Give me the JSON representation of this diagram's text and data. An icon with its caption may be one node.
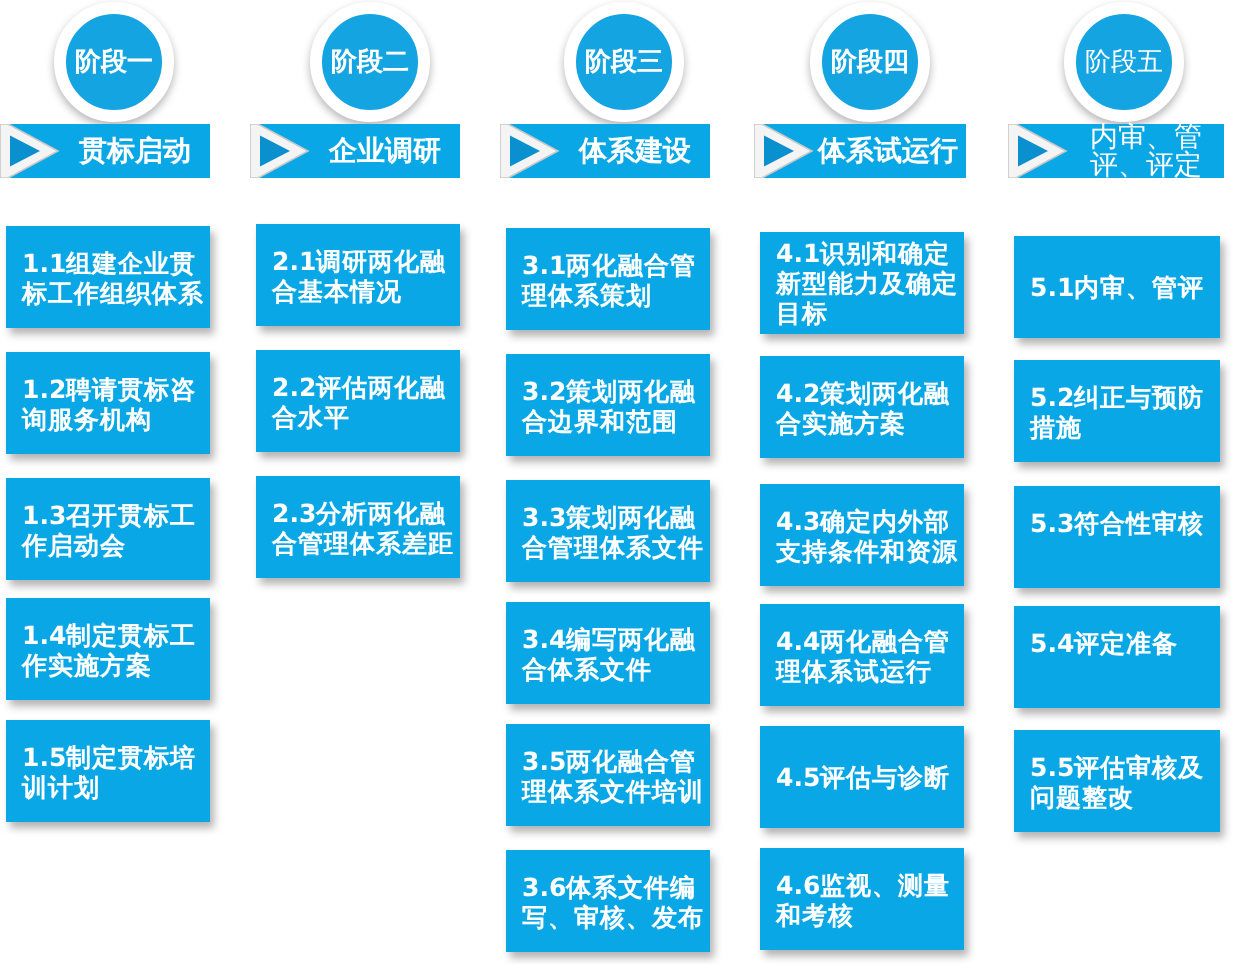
{
  "diagram": {
    "nodes": [
      {
        "text": [
          "阶段一"
        ]
      },
      {
        "text": [
          "贯标启动"
        ]
      },
      {
        "text": [
          "1.1组建企业贯标工作组织体系"
        ]
      },
      {
        "text": [
          "1.2聘请贯标咨询服务机构"
        ]
      },
      {
        "text": [
          "1.3召开贯标工作启动会"
        ]
      },
      {
        "text": [
          "1.4制定贯标工作实施方案"
        ]
      },
      {
        "text": [
          "1.5制定贯标培训计划"
        ]
      },
      {
        "text": [
          "阶段二"
        ]
      },
      {
        "text": [
          "企业调研"
        ]
      },
      {
        "text": [
          "2.1调研两化融合基本情况"
        ]
      },
      {
        "text": [
          "2.2评估两化融合水平"
        ]
      },
      {
        "text": [
          "2.3分析两化融合管理体系差距"
        ]
      },
      {
        "text": [
          "阶段三"
        ]
      },
      {
        "text": [
          "体系建设"
        ]
      },
      {
        "text": [
          "3.1两化融合管理体系策划"
        ]
      },
      {
        "text": [
          "3.2策划两化融合边界和范围"
        ]
      },
      {
        "text": [
          "3.3策划两化融合管理体系文件"
        ]
      },
      {
        "text": [
          "3.4编写两化融合体系文件"
        ]
      },
      {
        "text": [
          "3.5两化融合管理体系文件培训"
        ]
      },
      {
        "text": [
          "3.6体系文件编写、审核、发布"
        ]
      },
      {
        "text": [
          "阶段四"
        ]
      },
      {
        "text": [
          "体系试运行"
        ]
      },
      {
        "text": [
          "4.1识别和确定新型能力及确定目标"
        ]
      },
      {
        "text": [
          "4.2策划两化融合实施方案"
        ]
      },
      {
        "text": [
          "4.3确定内外部支持条件和资源"
        ]
      },
      {
        "text": [
          "4.4两化融合管理体系试运行"
        ]
      },
      {
        "text": [
          "4.5评估与诊断"
        ]
      },
      {
        "text": [
          "4.6监视、测量和考核"
        ]
      },
      {
        "text": [
          "阶段五"
        ]
      },
      {
        "text": [
          "内审、管评、评定"
        ]
      },
      {
        "text": [
          "5.1内审、管评"
        ]
      },
      {
        "text": [
          "5.2纠正与预防措施"
        ]
      },
      {
        "text": [
          "5.3符合性审核"
        ]
      },
      {
        "text": [
          "5.4评定准备"
        ]
      },
      {
        "text": [
          "5.5评估审核及问题整改"
        ]
      }
    ]
  }
}
